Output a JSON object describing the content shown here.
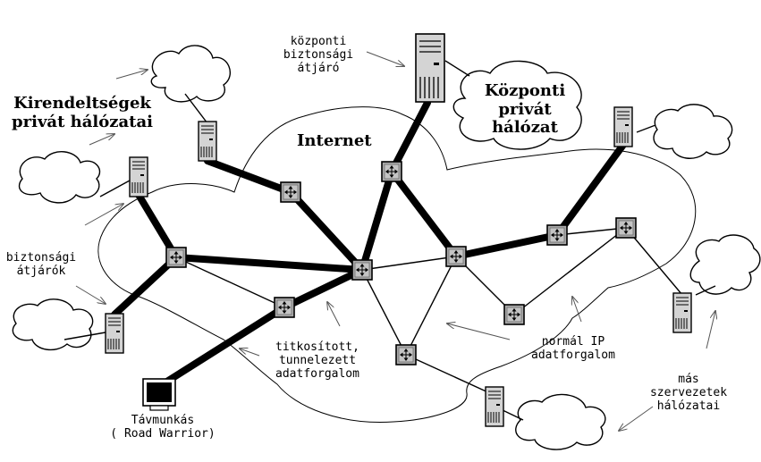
{
  "labels": {
    "central_gateway": "központi\nbiztonsági\nátjáró",
    "central_private": "Központi\nprivát\nhálózat",
    "branch_private": "Kirendeltségek\nprivát hálózatai",
    "internet": "Internet",
    "security_gateways": "biztonsági\nátjárók",
    "encrypted_traffic": "titkosított,\ntunnelezett\nadatforgalom",
    "normal_traffic": "normál IP\nadatforgalom",
    "other_networks": "más\nszervezetek\nhálózatai",
    "road_warrior": "Távmunkás\n( Road Warrior)"
  },
  "icons": {
    "router": "router-icon",
    "server": "server-tower-icon",
    "cloud": "cloud-icon",
    "laptop": "monitor-icon"
  },
  "colors": {
    "ink": "#000000",
    "router_fill": "#a9a9a9",
    "server_fill": "#d0d0d0"
  }
}
